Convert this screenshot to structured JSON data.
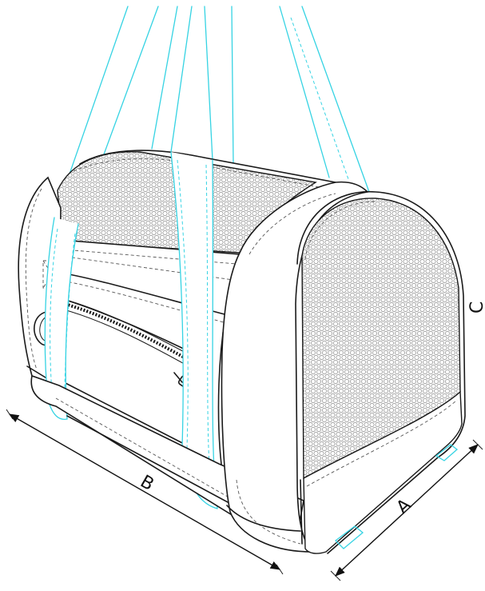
{
  "figure": {
    "dimension_labels": {
      "length": "B",
      "width": "A",
      "height": "C"
    },
    "colors": {
      "outline": "#1a1a1a",
      "strap_outline": "#35d3e3",
      "mesh": "#8a8a8a",
      "background": "#ffffff"
    }
  }
}
